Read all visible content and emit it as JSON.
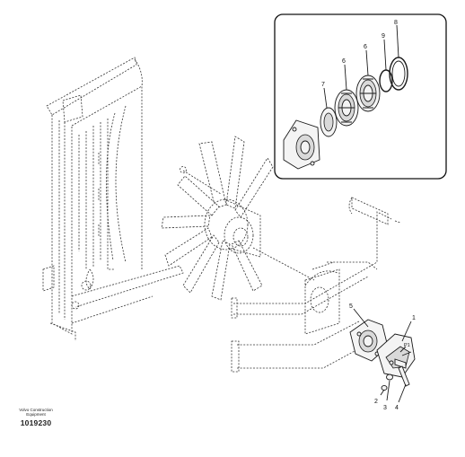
{
  "callouts": [
    {
      "id": "c1",
      "text": "1"
    },
    {
      "id": "c2",
      "text": "2"
    },
    {
      "id": "c3",
      "text": "3"
    },
    {
      "id": "c4",
      "text": "4"
    },
    {
      "id": "c5",
      "text": "5"
    },
    {
      "id": "c6",
      "text": "6"
    },
    {
      "id": "c6b",
      "text": "6"
    },
    {
      "id": "c7",
      "text": "7"
    },
    {
      "id": "c8",
      "text": "8"
    },
    {
      "id": "c9",
      "text": "9"
    },
    {
      "id": "cp1",
      "text": "P1"
    }
  ],
  "credit": {
    "brand_line1": "Volvo Construction",
    "brand_line2": "Equipment",
    "figure_id": "1019230"
  }
}
